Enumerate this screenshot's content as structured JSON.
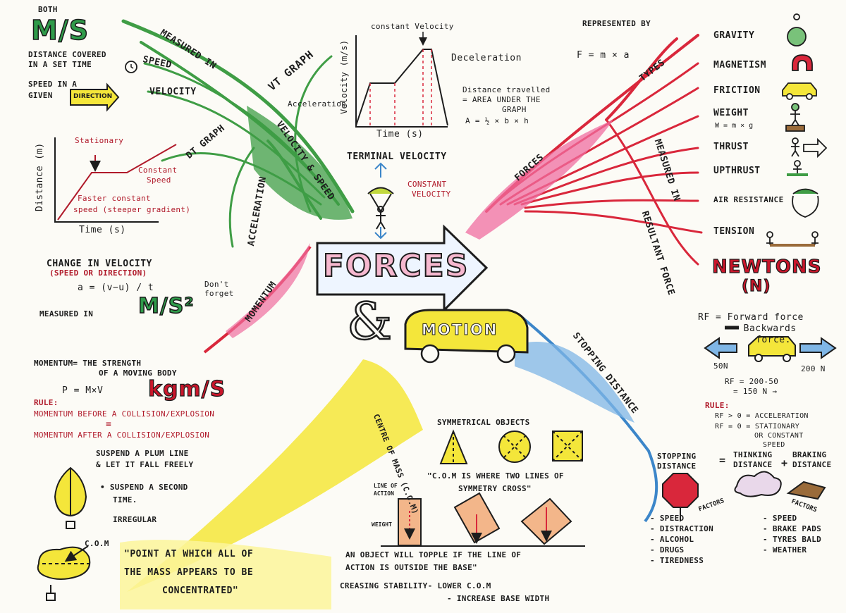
{
  "center": {
    "title": "FORCES",
    "amp": "&",
    "subtitle": "MOTION"
  },
  "branches": {
    "measured_in": "MEASURED IN",
    "vt_graph": "VT GRAPH",
    "dt_graph": "DT GRAPH",
    "velocity_speed": "VELOCITY & SPEED",
    "acceleration": "ACCELERATION",
    "momentum": "MOMENTUM",
    "forces": "FORCES",
    "types": "TYPES",
    "measured_in_right": "MEASURED IN",
    "resultant_force": "RESULTANT FORCE",
    "stopping_distance": "STOPPING DISTANCE",
    "centre_of_mass": "CENTRE OF MASS (C.O.M)"
  },
  "units_block": {
    "both": "BOTH",
    "ms": "M/S",
    "distance_line1": "DISTANCE COVERED",
    "distance_line2": "IN A SET TIME",
    "speed": "SPEED",
    "given_line1": "SPEED IN A",
    "given_line2": "GIVEN",
    "direction": "DIRECTION",
    "velocity": "VELOCITY"
  },
  "dt_chart": {
    "ylabel": "Distance (m)",
    "xlabel": "Time (s)",
    "stationary": "Stationary",
    "constant_line1": "Constant",
    "constant_line2": "Speed",
    "faster_line1": "Faster constant",
    "faster_line2": "speed (steeper gradient)"
  },
  "vt_chart": {
    "ylabel": "Velocity (m/s)",
    "xlabel": "Time (s)",
    "constant_velocity": "constant Velocity",
    "deceleration": "Deceleration",
    "acceleration": "Acceleration",
    "dist_line1": "Distance travelled",
    "dist_line2": "= AREA UNDER THE",
    "dist_line3": "GRAPH",
    "formula": "A = ½ × b × h"
  },
  "terminal": {
    "title": "TERMINAL VELOCITY",
    "constant_line1": "CONSTANT",
    "constant_line2": "VELOCITY"
  },
  "acceleration_block": {
    "change_line1": "CHANGE IN VELOCITY",
    "change_line2": "(SPEED OR DIRECTION)",
    "formula": "a = (v−u) / t",
    "measured": "MEASURED IN",
    "unit": "M/S²",
    "note_line1": "Don't",
    "note_line2": "forget"
  },
  "momentum_block": {
    "def_line1": "MOMENTUM= THE STRENGTH",
    "def_line2": "OF A MOVING BODY",
    "formula": "P = M×V",
    "unit": "kgm/S",
    "rule": "RULE:",
    "rule_line1": "MOMENTUM BEFORE A COLLISION/EXPLOSION",
    "equals": "=",
    "rule_line2": "MOMENTUM AFTER A COLLISION/EXPLOSION"
  },
  "com_block": {
    "suspend_line1": "SUSPEND A PLUM LINE",
    "suspend_line2": "& LET IT FALL FREELY",
    "second_line1": "• SUSPEND A SECOND",
    "second_line2": "TIME.",
    "irregular": "IRREGULAR",
    "com_label": "C.O.M",
    "quote_line1": "\"POINT AT WHICH ALL OF",
    "quote_line2": "THE MASS APPEARS TO BE",
    "quote_line3": "CONCENTRATED\""
  },
  "symmetry_block": {
    "title": "SYMMETRICAL OBJECTS",
    "quote_line1": "\"C.O.M IS WHERE TWO LINES OF",
    "quote_line2": "SYMMETRY CROSS\"",
    "line_of_action_1": "LINE OF",
    "line_of_action_2": "ACTION",
    "weight": "WEIGHT",
    "topple_line1": "AN OBJECT WILL TOPPLE IF THE LINE OF",
    "topple_line2": "ACTION IS OUTSIDE THE BASE\"",
    "stability_line1": "CREASING STABILITY- LOWER C.O.M",
    "stability_line2": "- INCREASE BASE WIDTH"
  },
  "forces_block": {
    "represented_by": "REPRESENTED BY",
    "formula": "F = m × a",
    "types": [
      "GRAVITY",
      "MAGNETISM",
      "FRICTION",
      "WEIGHT",
      "THRUST",
      "UPTHRUST",
      "AIR RESISTANCE",
      "TENSION"
    ],
    "weight_formula": "W = m × g",
    "newtons": "NEWTONS",
    "n": "(N)"
  },
  "resultant_block": {
    "rf_line1": "RF = Forward force",
    "rf_line2": "— Backwards",
    "rf_line3": "force.",
    "left_force": "50N",
    "right_force": "200 N",
    "calc_line1": "RF = 200-50",
    "calc_line2": "= 150 N →",
    "rule": "RULE:",
    "rule1": "RF > 0 = ACCELERATION",
    "rule2": "RF = 0 = STATIONARY",
    "rule3": "OR CONSTANT",
    "rule4": "SPEED"
  },
  "stopping_block": {
    "sd_line1": "STOPPING",
    "sd_line2": "DISTANCE",
    "equals": "=",
    "thinking_line1": "THINKING",
    "thinking_line2": "DISTANCE",
    "plus": "+",
    "braking_line1": "BRAKING",
    "braking_line2": "DISTANCE",
    "factors": "FACTORS",
    "left_factors": [
      "- SPEED",
      "- DISTRACTION",
      "- ALCOHOL",
      "- DRUGS",
      "- TIREDNESS"
    ],
    "right_factors": [
      "- SPEED",
      "- BRAKE PADS",
      "- TYRES BALD",
      "- WEATHER"
    ]
  },
  "colors": {
    "green": "#3f9d45",
    "red": "#d9273b",
    "pink": "#f06ea0",
    "blue": "#3c86c9",
    "yellow": "#f4e63a",
    "ink": "#1d1d1d"
  }
}
